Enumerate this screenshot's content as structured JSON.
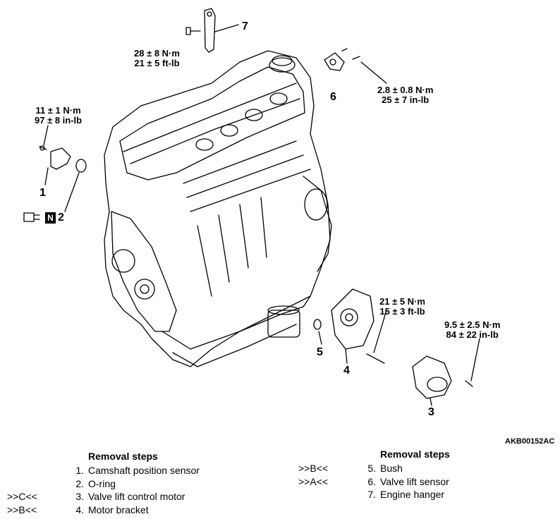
{
  "figure_id": "AKB00152AC",
  "torques": {
    "t7": [
      "28 ± 8 N·m",
      "21 ± 5 ft-lb"
    ],
    "t6": [
      "2.8 ± 0.8 N·m",
      "25 ± 7 in-lb"
    ],
    "t1": [
      "11 ± 1 N·m",
      "97 ± 8 in-lb"
    ],
    "t4": [
      "21 ± 5 N·m",
      "15 ± 3 ft-lb"
    ],
    "t3": [
      "9.5 ± 2.5 N·m",
      "84 ± 22 in-lb"
    ]
  },
  "callouts": {
    "c1": "1",
    "c2": "2",
    "c3": "3",
    "c4": "4",
    "c5": "5",
    "c6": "6",
    "c7": "7"
  },
  "n_mark": "N",
  "left_steps": {
    "title": "Removal steps",
    "items": [
      {
        "ref": "",
        "num": "1.",
        "label": "Camshaft position sensor"
      },
      {
        "ref": "",
        "num": "2.",
        "label": "O-ring"
      },
      {
        "ref": ">>C<<",
        "num": "3.",
        "label": "Valve lift control motor"
      },
      {
        "ref": ">>B<<",
        "num": "4.",
        "label": "Motor bracket"
      }
    ]
  },
  "right_steps": {
    "title": "Removal steps",
    "items": [
      {
        "ref": ">>B<<",
        "num": "5.",
        "label": "Bush"
      },
      {
        "ref": ">>A<<",
        "num": "6.",
        "label": "Valve lift sensor"
      },
      {
        "ref": "",
        "num": "7.",
        "label": "Engine hanger"
      }
    ]
  }
}
